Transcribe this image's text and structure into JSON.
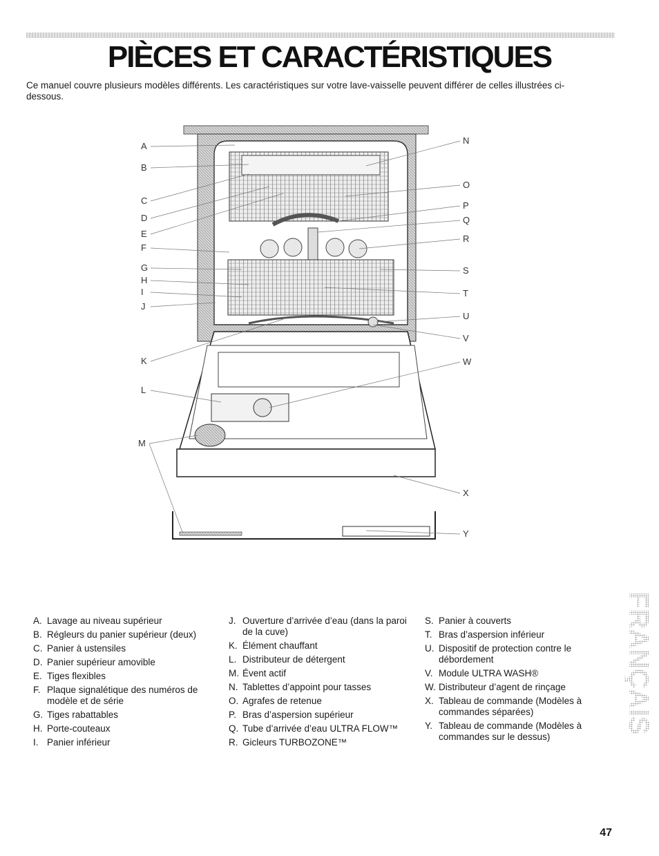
{
  "page": {
    "title": "PIÈCES ET CARACTÉRISTIQUES",
    "intro": "Ce manuel couvre plusieurs modèles différents. Les caractéristiques sur votre lave-vaisselle peuvent différer de celles illustrées ci-dessous.",
    "page_number": "47",
    "side_label": "FRANÇAIS"
  },
  "diagram": {
    "callouts_left": [
      "A",
      "B",
      "C",
      "D",
      "E",
      "F",
      "G",
      "H",
      "I",
      "J",
      "K",
      "L",
      "M"
    ],
    "callouts_right": [
      "N",
      "O",
      "P",
      "Q",
      "R",
      "S",
      "T",
      "U",
      "V",
      "W",
      "X",
      "Y"
    ]
  },
  "legend": {
    "col1": [
      {
        "letter": "A.",
        "text": "Lavage au niveau supérieur"
      },
      {
        "letter": "B.",
        "text": "Régleurs du panier supérieur (deux)"
      },
      {
        "letter": "C.",
        "text": "Panier à ustensiles"
      },
      {
        "letter": "D.",
        "text": "Panier supérieur amovible"
      },
      {
        "letter": "E.",
        "text": "Tiges flexibles"
      },
      {
        "letter": "F.",
        "text": "Plaque signalétique des numéros de modèle et de série"
      },
      {
        "letter": "G.",
        "text": "Tiges rabattables"
      },
      {
        "letter": "H.",
        "text": "Porte-couteaux"
      },
      {
        "letter": "I.",
        "text": "Panier inférieur"
      }
    ],
    "col2": [
      {
        "letter": "J.",
        "text": "Ouverture d’arrivée d’eau (dans la paroi de la cuve)"
      },
      {
        "letter": "K.",
        "text": "Élément chauffant"
      },
      {
        "letter": "L.",
        "text": "Distributeur de détergent"
      },
      {
        "letter": "M.",
        "text": "Évent actif"
      },
      {
        "letter": "N.",
        "text": "Tablettes d’appoint pour tasses"
      },
      {
        "letter": "O.",
        "text": "Agrafes de retenue"
      },
      {
        "letter": "P.",
        "text": "Bras d’aspersion supérieur"
      },
      {
        "letter": "Q.",
        "text": "Tube d’arrivée d’eau ULTRA FLOW™"
      },
      {
        "letter": "R.",
        "text": "Gicleurs TURBOZONE™"
      }
    ],
    "col3": [
      {
        "letter": "S.",
        "text": "Panier à couverts"
      },
      {
        "letter": "T.",
        "text": "Bras d’aspersion inférieur"
      },
      {
        "letter": "U.",
        "text": "Dispositif de protection contre le débordement"
      },
      {
        "letter": "V.",
        "text": "Module ULTRA WASH®"
      },
      {
        "letter": "W.",
        "text": "Distributeur d’agent de rinçage"
      },
      {
        "letter": "X.",
        "text": "Tableau de commande (Modèles à commandes séparées)"
      },
      {
        "letter": "Y.",
        "text": "Tableau de commande (Modèles à commandes sur le dessus)"
      }
    ]
  }
}
